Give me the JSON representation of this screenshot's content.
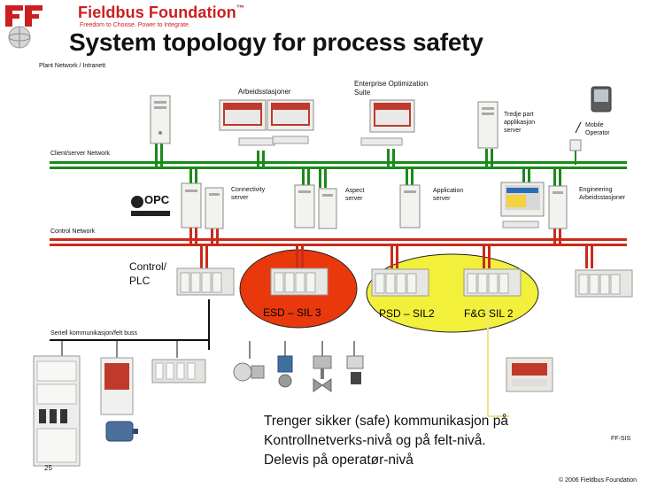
{
  "header": {
    "brand": "Fieldbus Foundation",
    "trademark": "™",
    "tagline": "Freedom to Choose. Power to Integrate.",
    "title": "System topology for process safety",
    "subtitle": "Plant Network / Intranett"
  },
  "labels": {
    "workstations": "Arbeidsstasjoner",
    "enterprise_line1": "Enterprise Optimization",
    "enterprise_line2": "Suite",
    "thirdparty_line1": "Tredje part",
    "thirdparty_line2": "applikasjon",
    "thirdparty_line3": "server",
    "mobile_line1": "Mobile",
    "mobile_line2": "Operator",
    "client_server_network": "Client/server  Network",
    "opc": "OPC",
    "connectivity_line1": "Connectivity",
    "connectivity_line2": "server",
    "aspect_line1": "Aspect",
    "aspect_line2": "server",
    "application_line1": "Application",
    "application_line2": "server",
    "engineering_line1": "Engineering",
    "engineering_line2": "Arbeidsstasjoner",
    "control_network": "Control Network",
    "control_plc_line1": "Control/",
    "control_plc_line2": "PLC",
    "esd": "ESD – SIL 3",
    "psd": "PSD – SIL2",
    "fg": "F&G SIL 2",
    "fieldbus": "Seriell kommunikasjon/felt buss"
  },
  "footer": {
    "line1": "Trenger sikker (safe) kommunikasjon på",
    "line2": "Kontrollnetverks-nivå og på felt-nivå.",
    "line3": "Delevis på operatør-nivå",
    "ffsis": "FF-SIS",
    "copyright": "© 2006 Fieldbus Foundation",
    "page_number": "25"
  },
  "colors": {
    "brand_red": "#cc1f1f",
    "client_network_green": "#1a8a1a",
    "control_network_red": "#cc2a1a",
    "esd_ellipse": "#e8380c",
    "psd_fg_ellipse": "#f2f03a",
    "fieldbus_black": "#111111",
    "wire_yellow": "#f0e08a"
  }
}
